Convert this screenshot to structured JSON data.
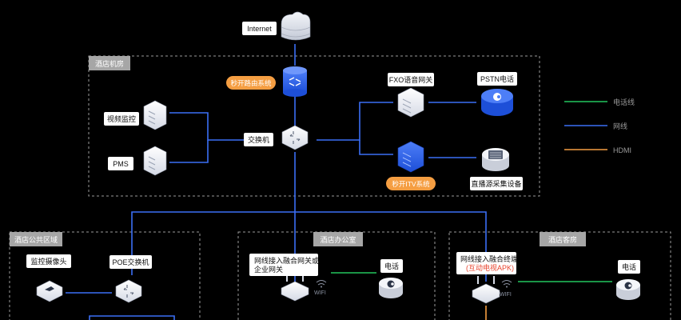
{
  "nodes": {
    "internet": "Internet",
    "zone_machine_room": "酒店机房",
    "router": "秒开路由系统",
    "switch": "交换机",
    "video_monitor": "视频监控",
    "pms": "PMS",
    "fxo_gateway": "FXO语音网关",
    "pstn_phone": "PSTN电话",
    "itv_system": "秒开ITV系统",
    "live_capture": "直播源采集设备",
    "zone_public": "酒店公共区域",
    "monitor_camera": "监控摄像头",
    "poe_switch": "POE交换机",
    "zone_office": "酒店办公室",
    "office_gateway_line1": "网线接入融合网关或",
    "office_gateway_line2": "企业网关",
    "office_phone": "电话",
    "wifi_office": "WIFI",
    "zone_room": "酒店客房",
    "room_terminal_line1": "网线接入融合终端",
    "room_terminal_line2": "(互动电视APK)",
    "room_phone": "电话",
    "wifi_room": "WIFI"
  },
  "legend": [
    {
      "label": "电话线",
      "color": "#22c55e"
    },
    {
      "label": "网线",
      "color": "#3b6ff5"
    },
    {
      "label": "HDMI",
      "color": "#f59e42"
    }
  ],
  "colors": {
    "background": "#000000",
    "network_line": "#3b6ff5",
    "phone_line": "#22c55e",
    "hdmi_line": "#f59e42",
    "badge_orange": "#f59e42",
    "zone_border": "#9a9a9a",
    "label_bg": "#ffffff"
  }
}
